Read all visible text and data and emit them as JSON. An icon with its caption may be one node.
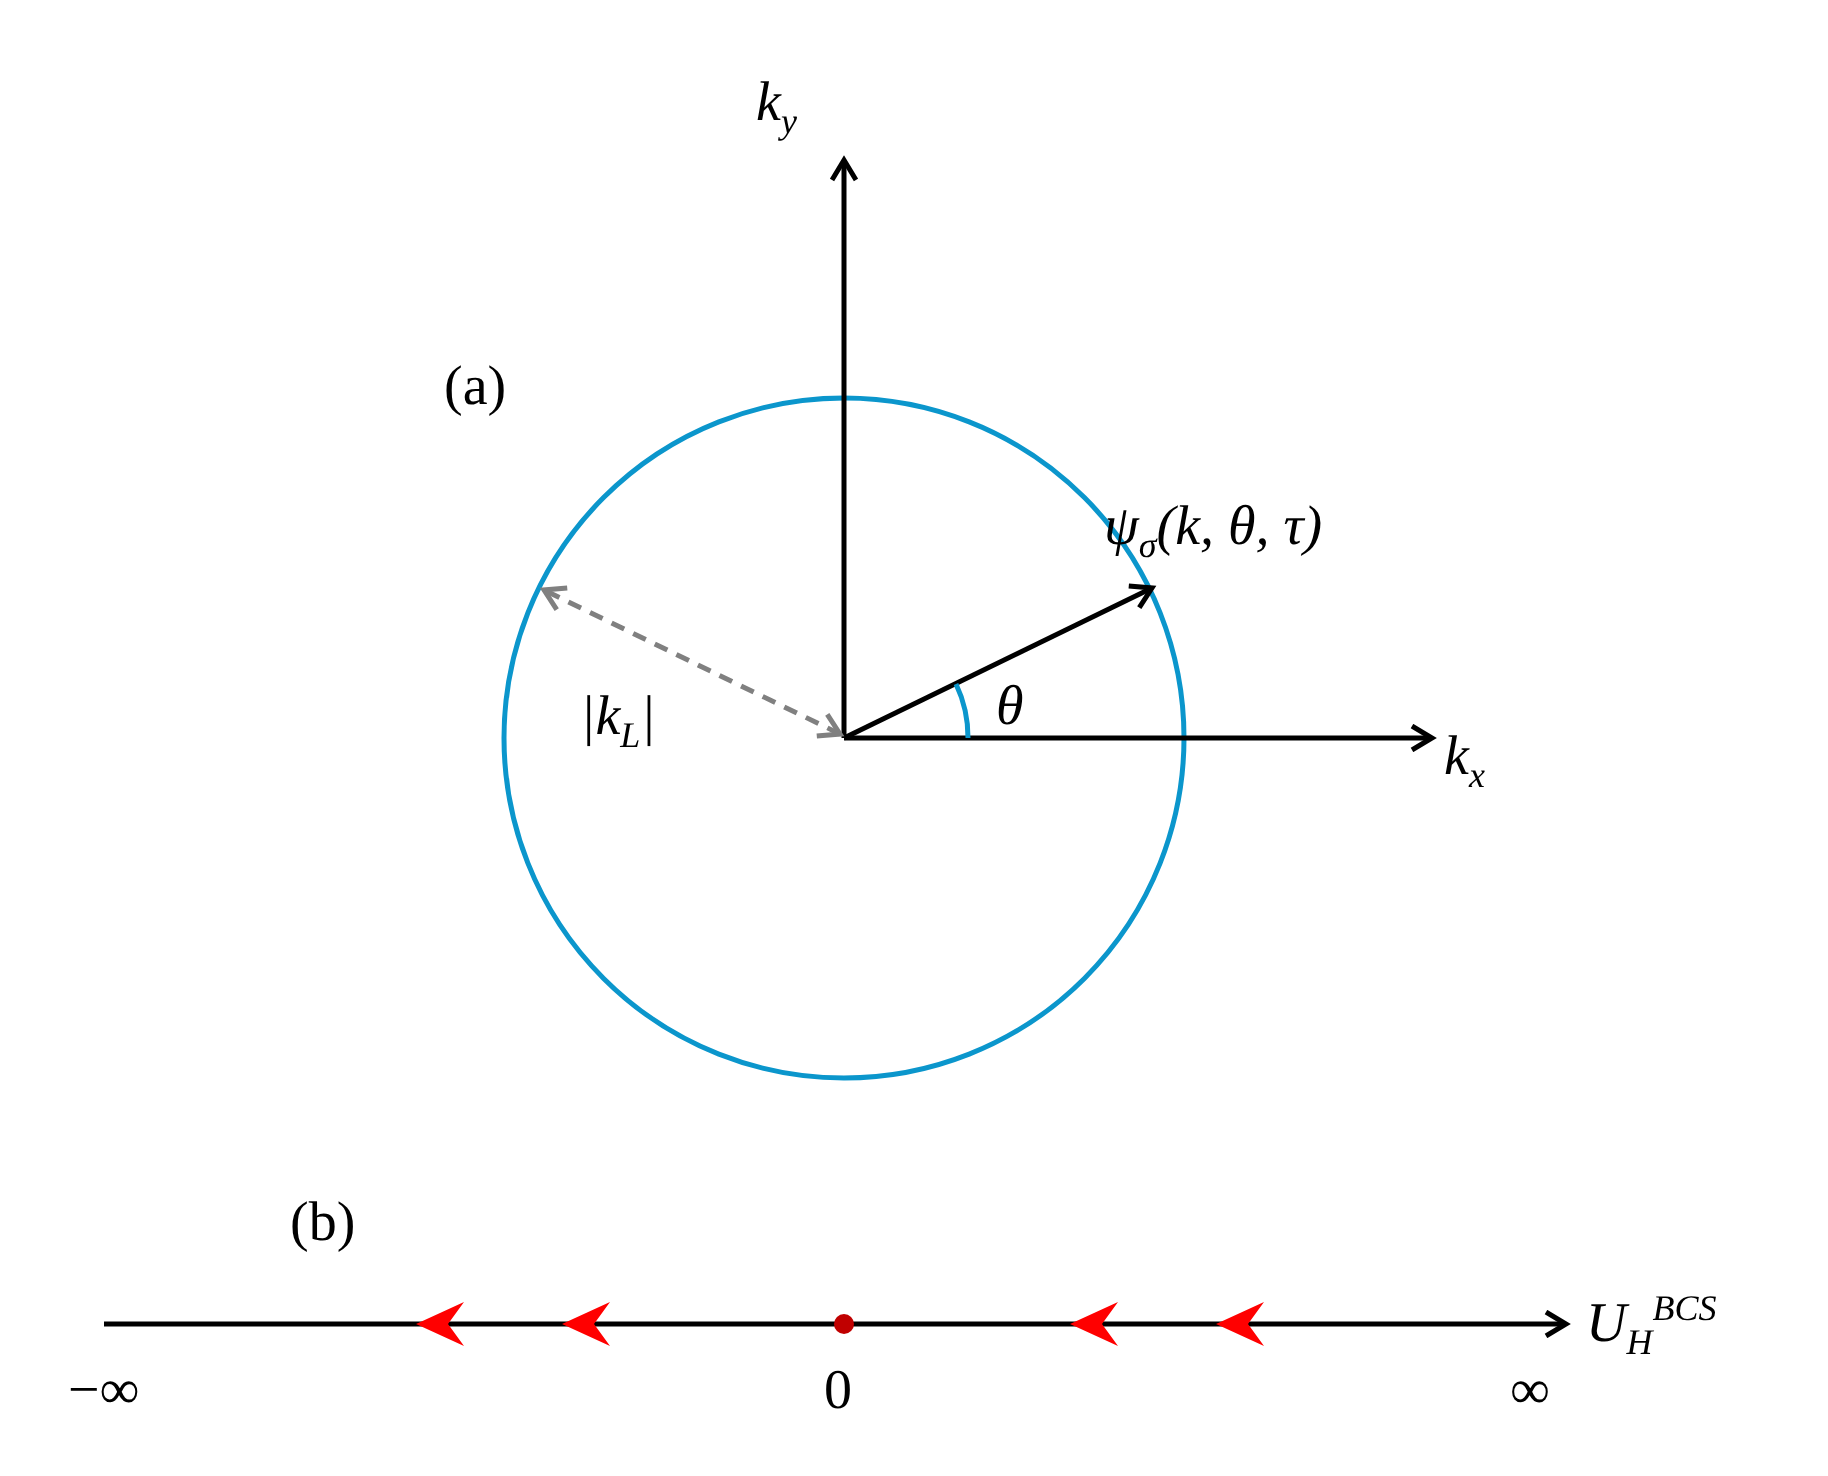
{
  "diagram": {
    "labels": [
      "(a)",
      "k$_{y}$",
      "ψ$_{σ}$(k, θ, τ)",
      "|k$_{L}$|",
      "θ",
      "k$_{x}$",
      "(b)",
      "U$_{H}$$^{BCS}$",
      "−∞",
      "0",
      "∞"
    ]
  }
}
